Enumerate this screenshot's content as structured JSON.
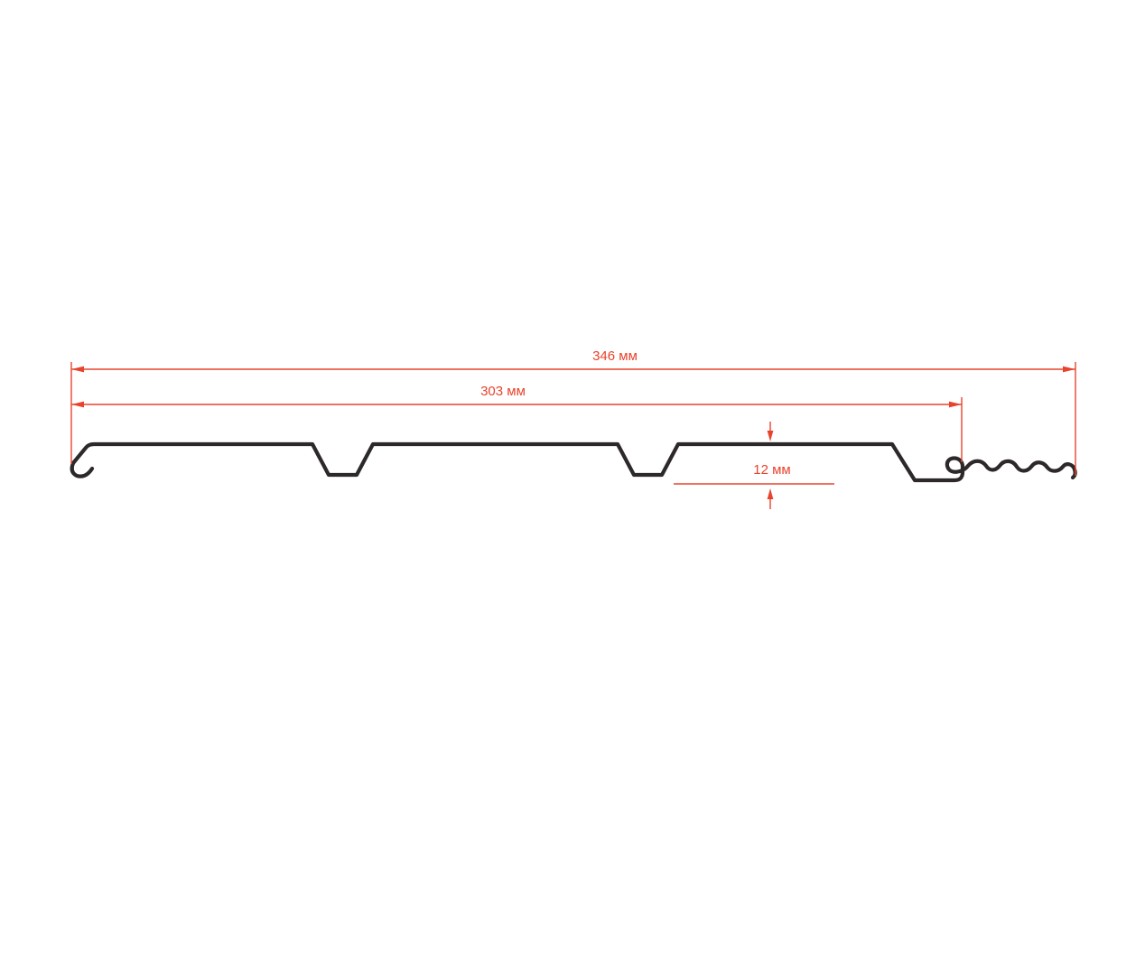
{
  "labels": {
    "overall_width": "346 мм",
    "working_width": "303 мм",
    "depth": "12 мм"
  },
  "values": {
    "overall_width_mm": 346,
    "working_width_mm": 303,
    "depth_mm": 12,
    "unit": "мм"
  },
  "colors": {
    "dimension": "#e8432d",
    "profile": "#2d2829",
    "background": "#ffffff"
  }
}
